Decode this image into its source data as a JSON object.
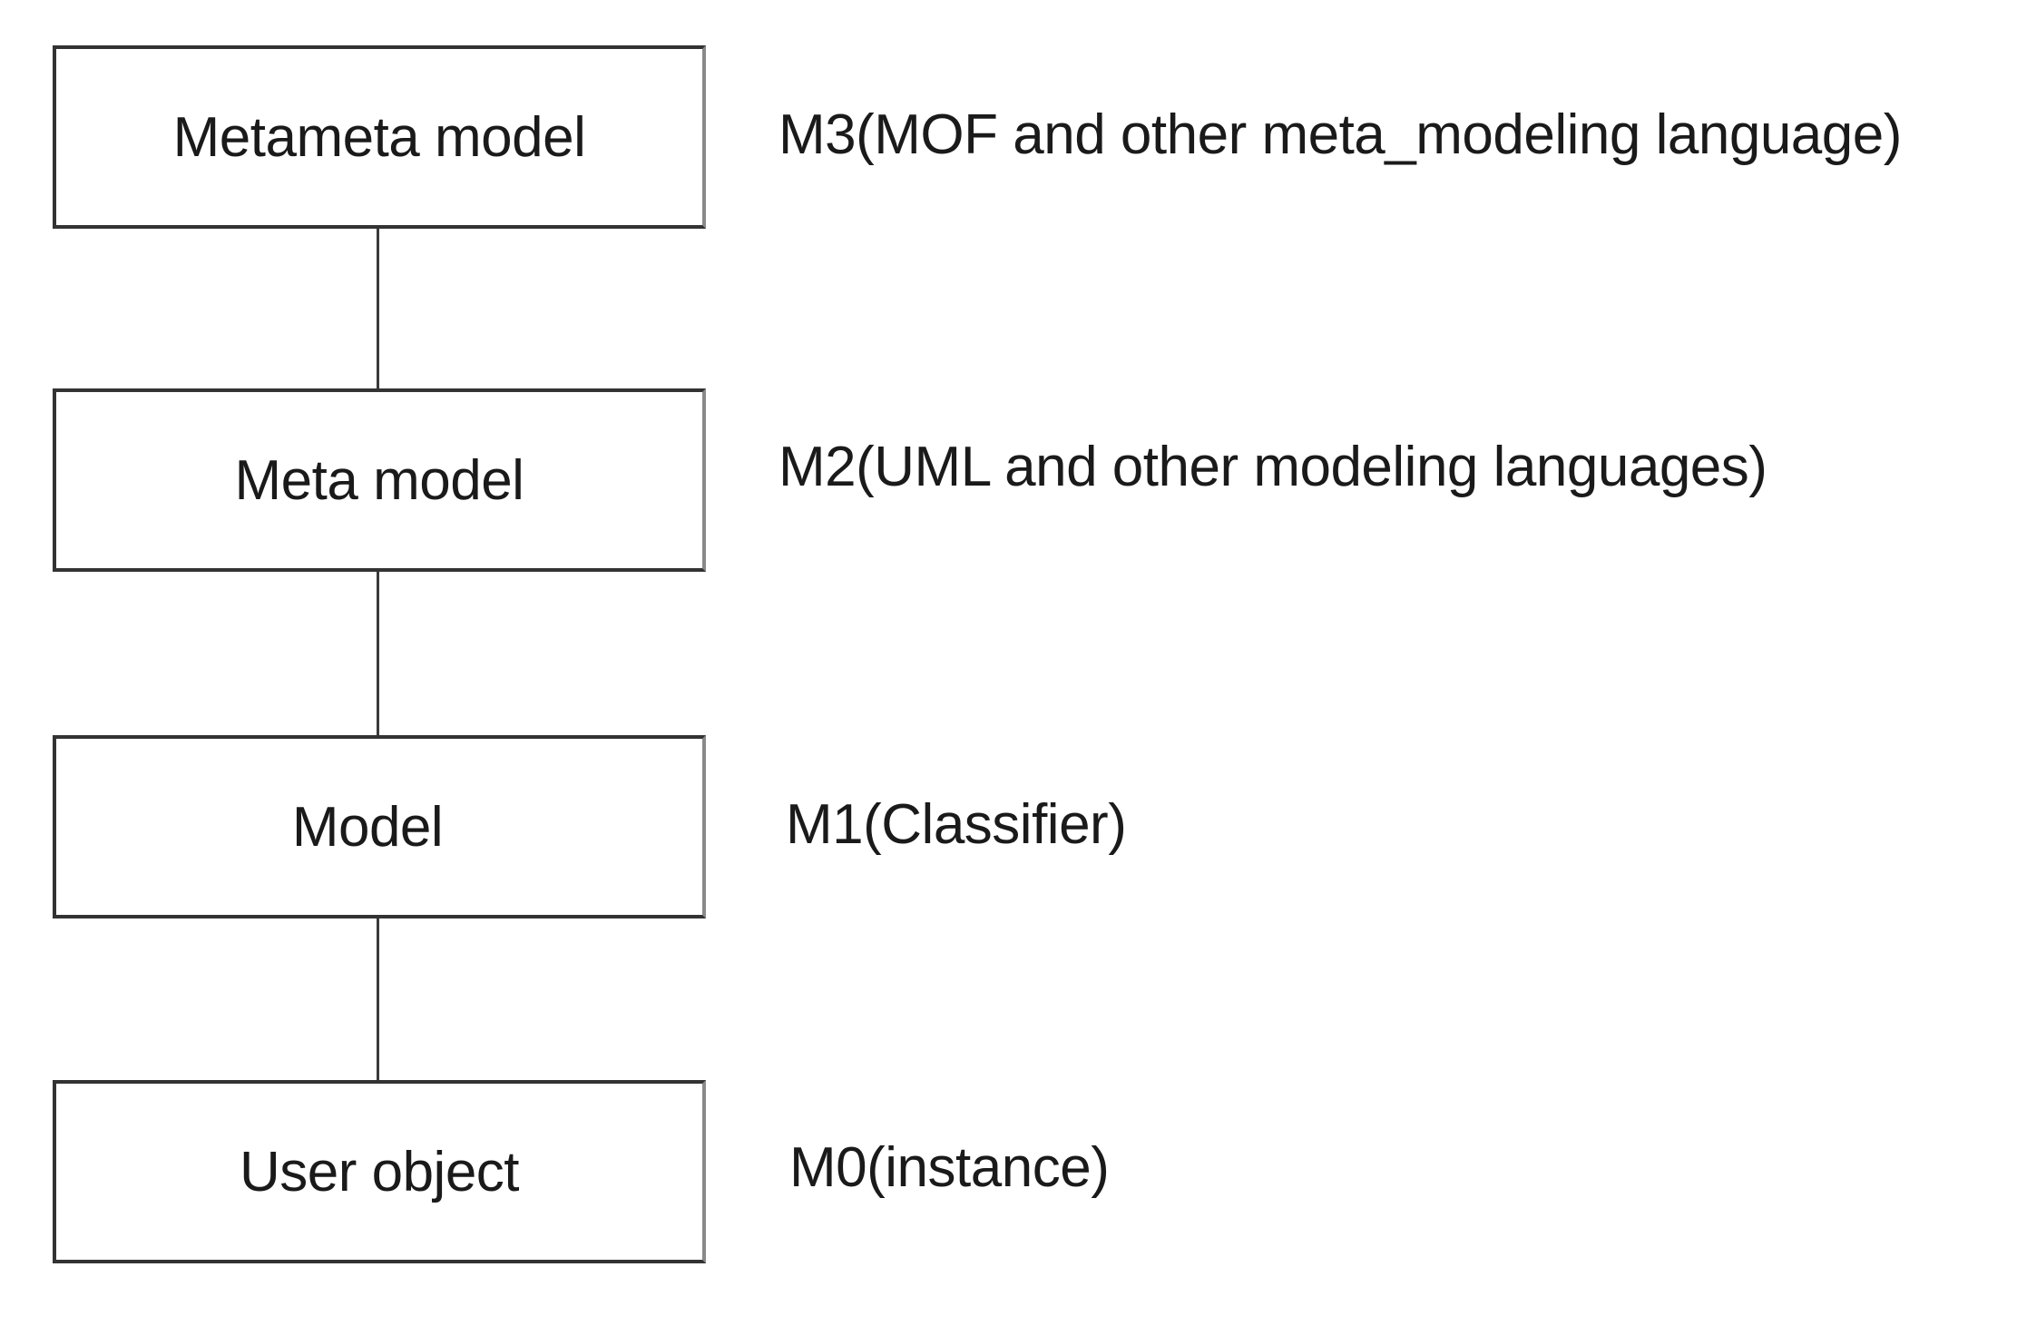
{
  "layers": [
    {
      "box_label": "Metameta model",
      "level_label": "M3(MOF and other meta_modeling language)"
    },
    {
      "box_label": "Meta model",
      "level_label": "M2(UML and other modeling languages)"
    },
    {
      "box_label": "Model",
      "level_label": "M1(Classifier)"
    },
    {
      "box_label": "User object",
      "level_label": "M0(instance)"
    }
  ],
  "colors": {
    "box_border": "#333333",
    "connector": "#3a3a3a",
    "text": "#1a1a1a",
    "background": "#ffffff"
  }
}
